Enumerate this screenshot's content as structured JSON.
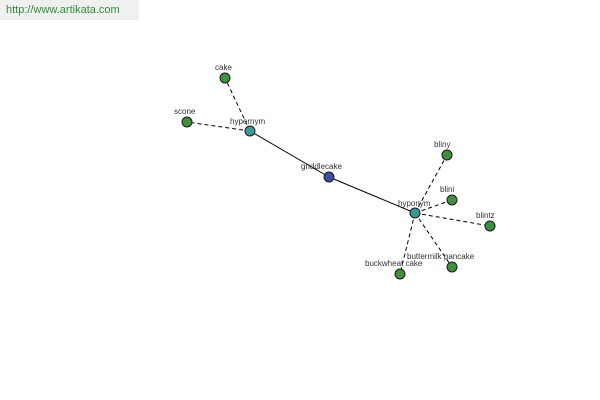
{
  "watermark": {
    "url_text": "http://www.artikata.com"
  },
  "colors": {
    "center": "#3d4d9c",
    "relation": "#3a9a9a",
    "leaf": "#3f8f3f",
    "banner_text": "#2f8f3a",
    "banner_bg": "#f0f0f0"
  },
  "graph": {
    "nodes": [
      {
        "id": "griddlecake",
        "label": "griddlecake",
        "kind": "center"
      },
      {
        "id": "hypernym",
        "label": "hypernym",
        "kind": "relation"
      },
      {
        "id": "hyponym",
        "label": "hyponym",
        "kind": "relation"
      },
      {
        "id": "cake",
        "label": "cake",
        "kind": "leaf"
      },
      {
        "id": "scone",
        "label": "scone",
        "kind": "leaf"
      },
      {
        "id": "bliny",
        "label": "bliny",
        "kind": "leaf"
      },
      {
        "id": "blini",
        "label": "blini",
        "kind": "leaf"
      },
      {
        "id": "blintz",
        "label": "blintz",
        "kind": "leaf"
      },
      {
        "id": "buttermilk_pancake",
        "label": "buttermilk pancake",
        "kind": "leaf"
      },
      {
        "id": "buckwheat_cake",
        "label": "buckwheat cake",
        "kind": "leaf"
      }
    ],
    "edges": [
      {
        "from": "griddlecake",
        "to": "hypernym",
        "style": "solid"
      },
      {
        "from": "griddlecake",
        "to": "hyponym",
        "style": "solid"
      },
      {
        "from": "hypernym",
        "to": "cake",
        "style": "dashed"
      },
      {
        "from": "hypernym",
        "to": "scone",
        "style": "dashed"
      },
      {
        "from": "hyponym",
        "to": "bliny",
        "style": "dashed"
      },
      {
        "from": "hyponym",
        "to": "blini",
        "style": "dashed"
      },
      {
        "from": "hyponym",
        "to": "blintz",
        "style": "dashed"
      },
      {
        "from": "hyponym",
        "to": "buttermilk_pancake",
        "style": "dashed"
      },
      {
        "from": "hyponym",
        "to": "buckwheat_cake",
        "style": "dashed"
      }
    ]
  }
}
